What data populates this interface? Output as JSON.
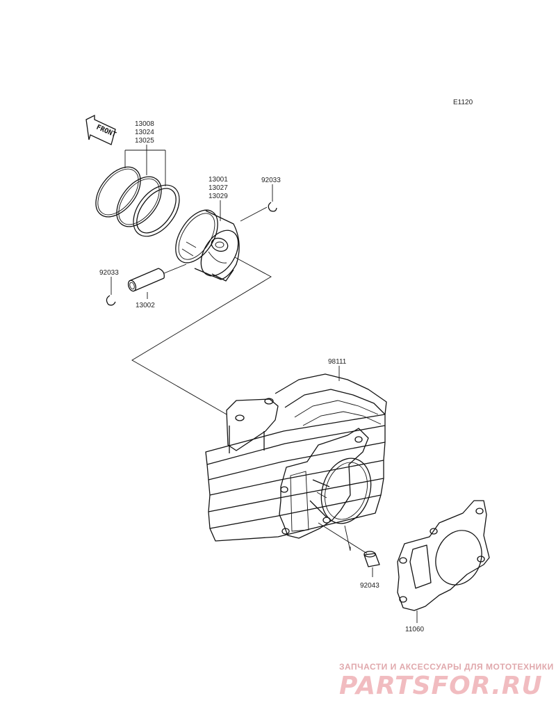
{
  "diagram_code": "E1120",
  "front_label": "FRONT",
  "parts": {
    "rings": [
      "13008",
      "13024",
      "13025"
    ],
    "piston": [
      "13001",
      "13027",
      "13029"
    ],
    "clip_right": "92033",
    "clip_left": "92033",
    "pin": "13002",
    "cylinder": "98111",
    "dowel": "92043",
    "gasket": "11060"
  },
  "watermark": {
    "subtitle": "ЗАПЧАСТИ И АКСЕССУАРЫ ДЛЯ МОТОТЕХНИКИ",
    "brand": "PARTSFOR.RU"
  }
}
